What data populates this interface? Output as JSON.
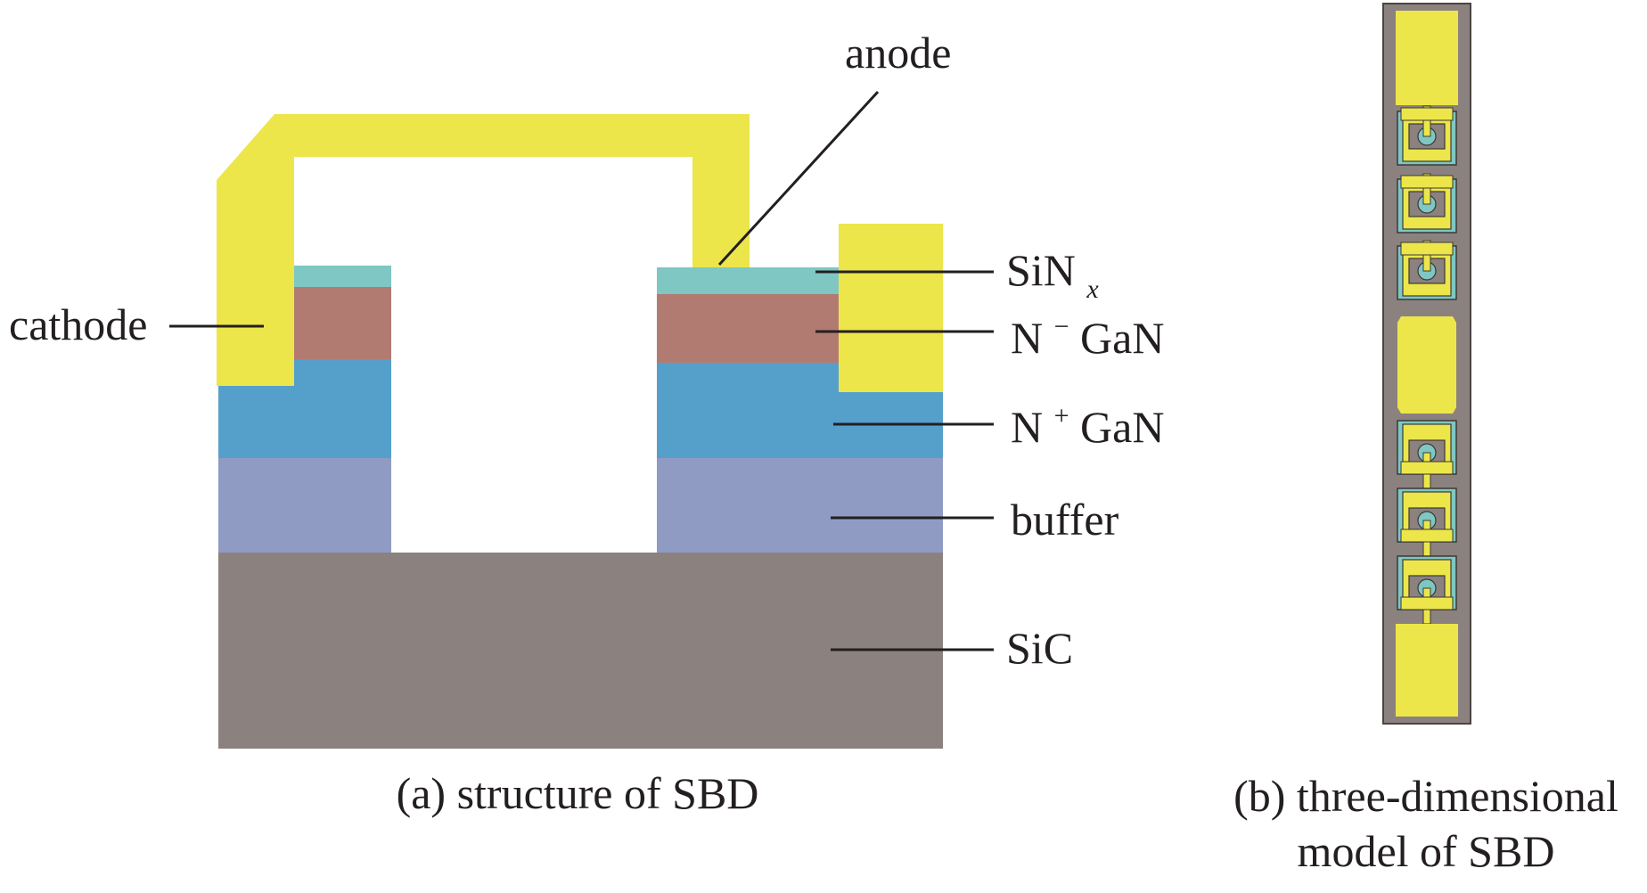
{
  "panel_a": {
    "caption": "(a) structure of SBD",
    "labels": {
      "anode": "anode",
      "cathode": "cathode",
      "sinx_base": "SiN",
      "sinx_sub": "x",
      "n_minus_prefix": "N",
      "n_minus_sup": "−",
      "n_minus_suffix": "GaN",
      "n_plus_prefix": "N",
      "n_plus_sup": "+",
      "n_plus_suffix": "GaN",
      "buffer": "buffer",
      "sic": "SiC"
    }
  },
  "panel_b": {
    "caption_line1": "(b) three-dimensional",
    "caption_line2": "model of SBD"
  },
  "colors": {
    "metal": "#ece64a",
    "sinx": "#7ec7c3",
    "n_minus_gan": "#b27b72",
    "n_plus_gan": "#559fcb",
    "buffer": "#8f9bc3",
    "sic": "#8b827f",
    "package": "#8b827f",
    "text": "#231f20"
  }
}
